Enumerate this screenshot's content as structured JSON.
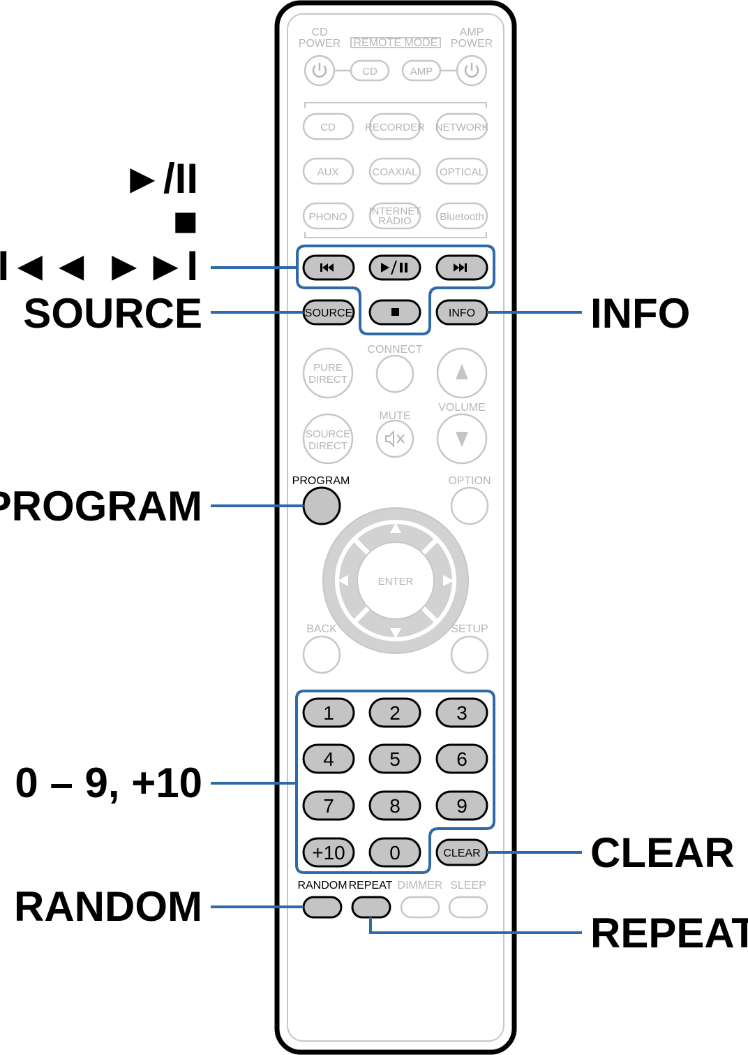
{
  "callouts": {
    "play_pause": "►/II",
    "stop": "■",
    "skip": "I◄◄  ►►I",
    "source": "SOURCE",
    "info": "INFO",
    "program": "PROGRAM",
    "numbers": "0 – 9, +10",
    "clear": "CLEAR",
    "random": "RANDOM",
    "repeat": "REPEAT"
  },
  "remote": {
    "cd_power": "CD\nPOWER",
    "cd_power_l1": "CD",
    "cd_power_l2": "POWER",
    "amp_power_l1": "AMP",
    "amp_power_l2": "POWER",
    "remote_mode": "REMOTE MODE",
    "mode_cd": "CD",
    "mode_amp": "AMP",
    "inputs": [
      "CD",
      "RECORDER",
      "NETWORK",
      "AUX",
      "COAXIAL",
      "OPTICAL",
      "PHONO",
      "Bluetooth"
    ],
    "internet_radio_l1": "INTERNET",
    "internet_radio_l2": "RADIO",
    "source_btn": "SOURCE",
    "info_btn": "INFO",
    "connect": "CONNECT",
    "pure_direct_l1": "PURE",
    "pure_direct_l2": "DIRECT",
    "source_direct_l1": "SOURCE",
    "source_direct_l2": "DIRECT",
    "mute": "MUTE",
    "volume": "VOLUME",
    "program": "PROGRAM",
    "option": "OPTION",
    "enter": "ENTER",
    "back": "BACK",
    "setup": "SETUP",
    "numbers": [
      "1",
      "2",
      "3",
      "4",
      "5",
      "6",
      "7",
      "8",
      "9",
      "+10",
      "0"
    ],
    "clear_btn": "CLEAR",
    "random": "RANDOM",
    "repeat": "REPEAT",
    "dimmer": "DIMMER",
    "sleep": "SLEEP"
  }
}
